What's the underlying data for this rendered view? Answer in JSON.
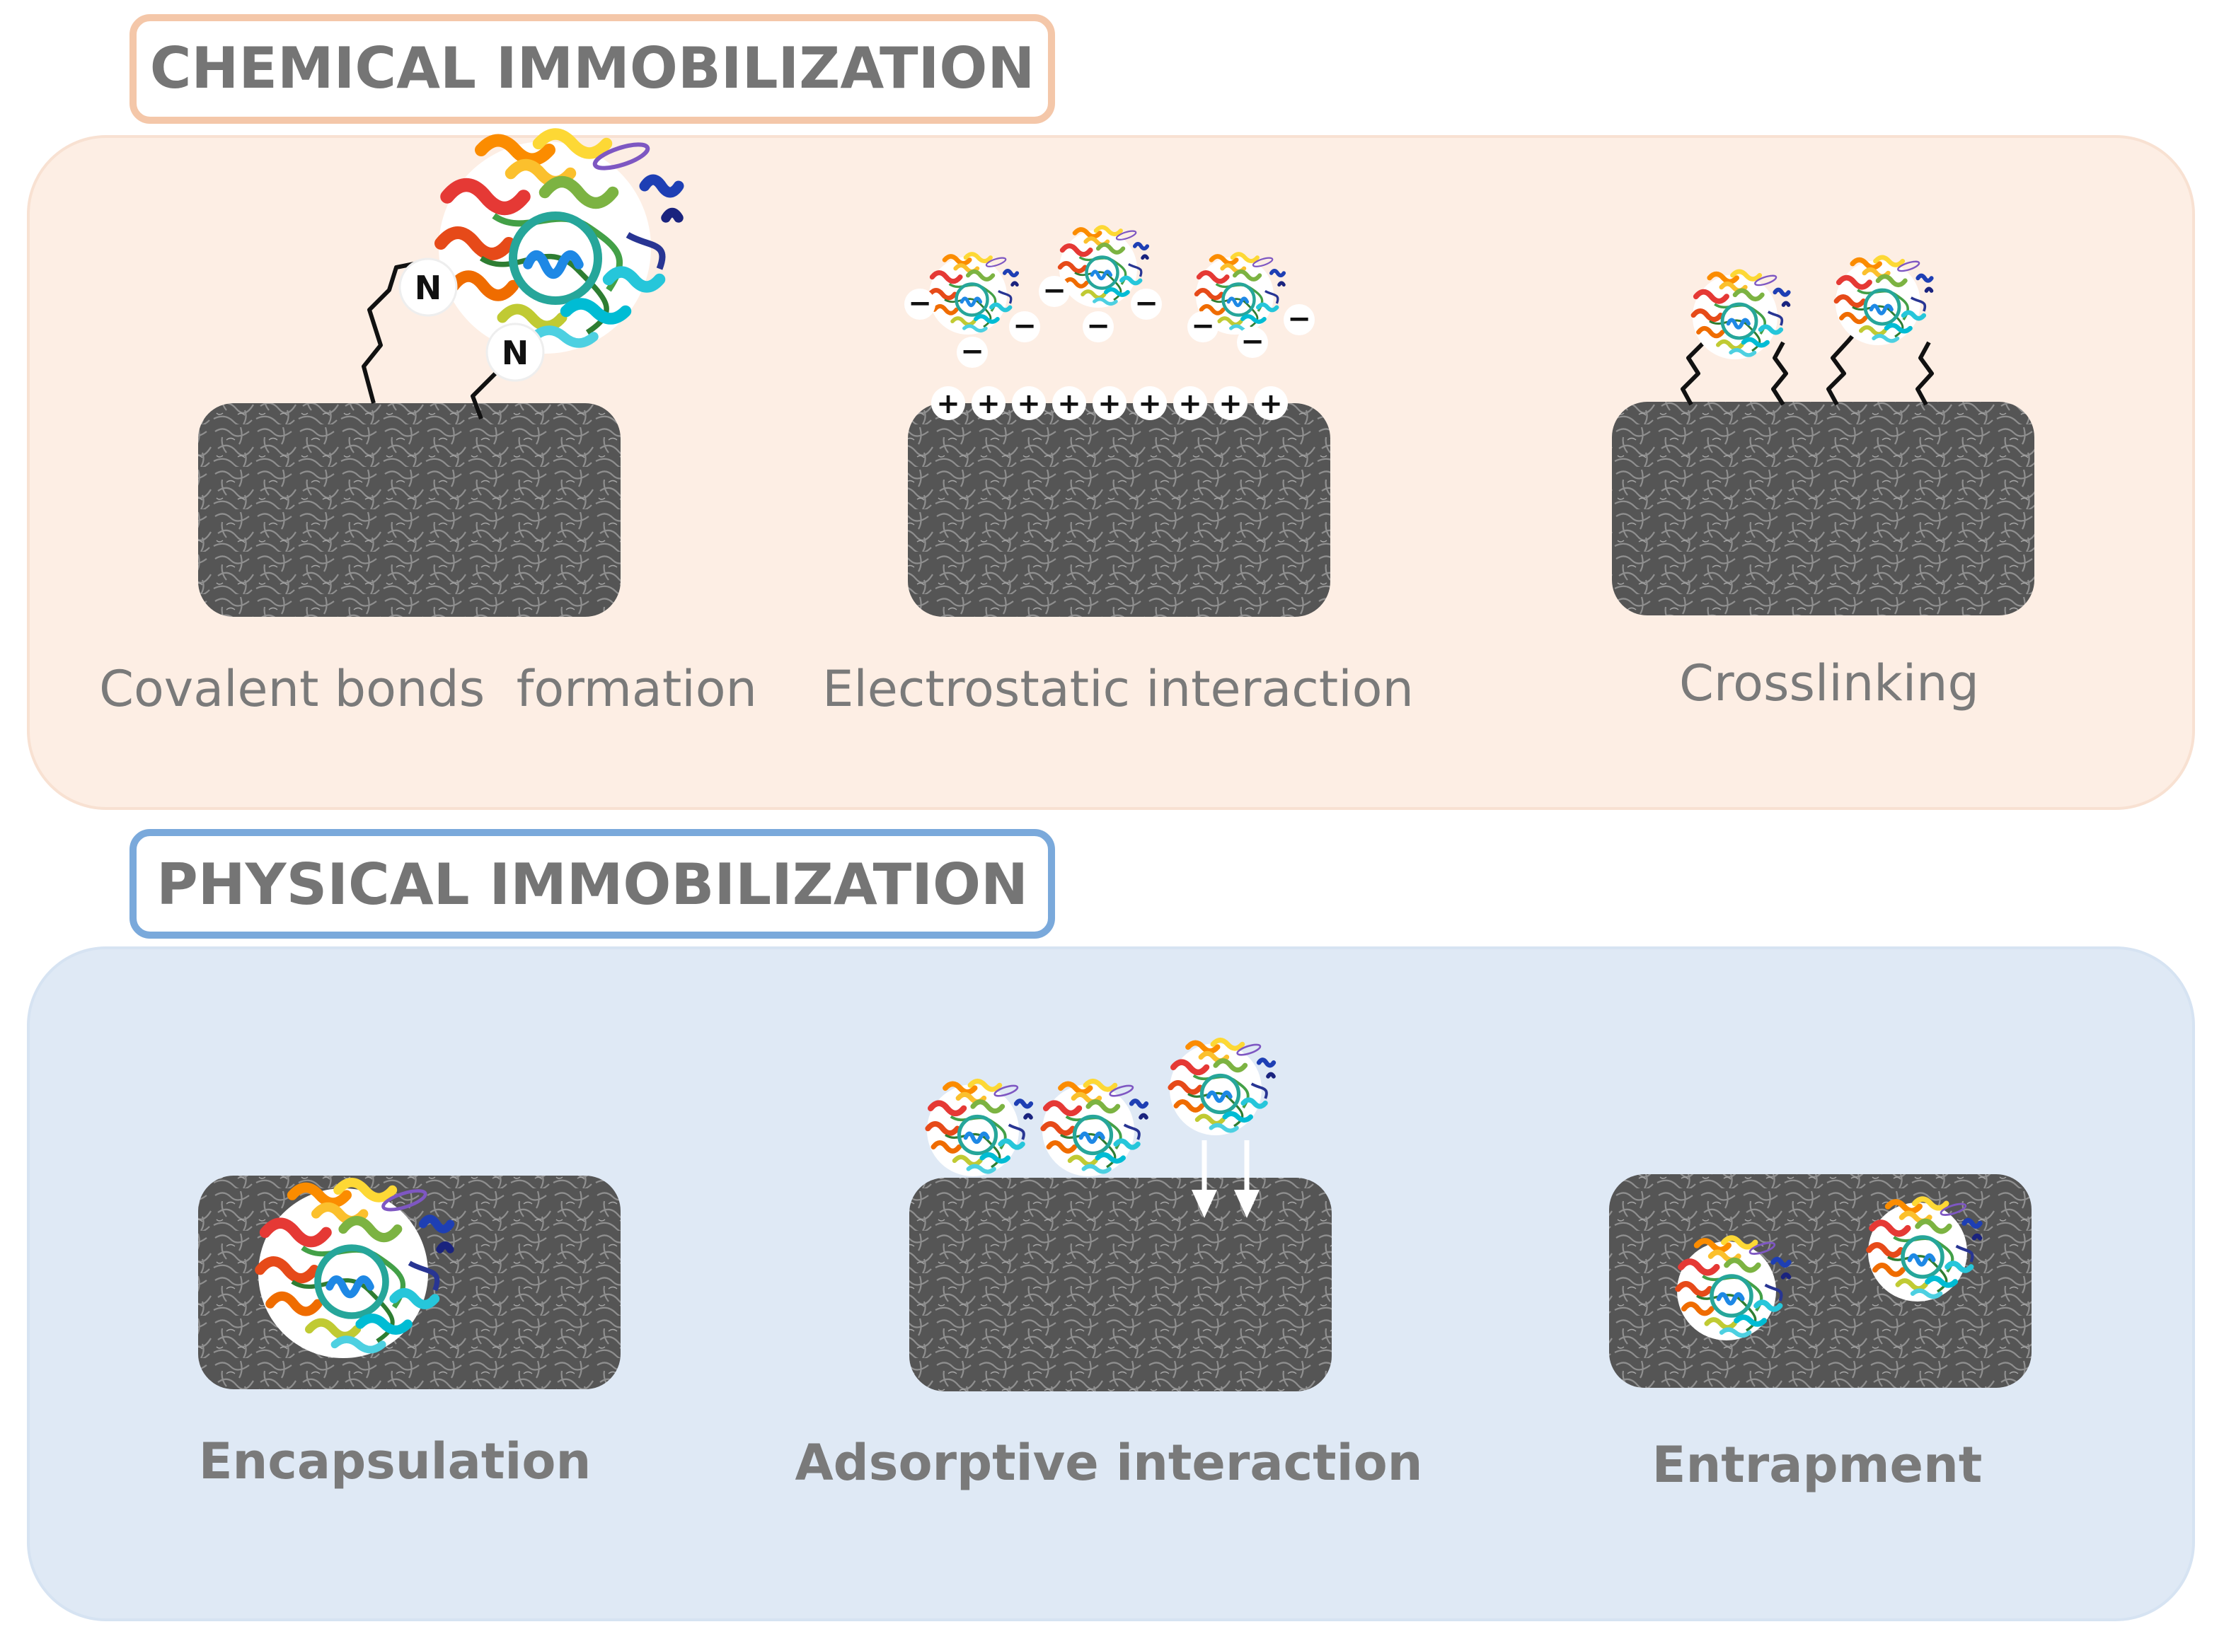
{
  "chemical": {
    "title": "CHEMICAL IMMOBILIZATION",
    "methods": [
      {
        "label": "Covalent bonds  formation",
        "atom_label": "N"
      },
      {
        "label": "Electrostatic interaction",
        "positive_symbol": "+",
        "negative_symbol": "−"
      },
      {
        "label": "Crosslinking"
      }
    ]
  },
  "physical": {
    "title": "PHYSICAL IMMOBILIZATION",
    "methods": [
      {
        "label": "Encapsulation"
      },
      {
        "label": "Adsorptive interaction"
      },
      {
        "label": "Entrapment"
      }
    ]
  },
  "colors": {
    "chemical_panel": "#fdeee4",
    "chemical_border": "#f4c7a9",
    "physical_panel": "#dfe9f5",
    "physical_border": "#7aa9db",
    "support": "#5a5a5a",
    "text": "#7a7a7a"
  },
  "icons": {
    "support": "porous-support-block",
    "enzyme": "rainbow-protein-ribbon"
  }
}
